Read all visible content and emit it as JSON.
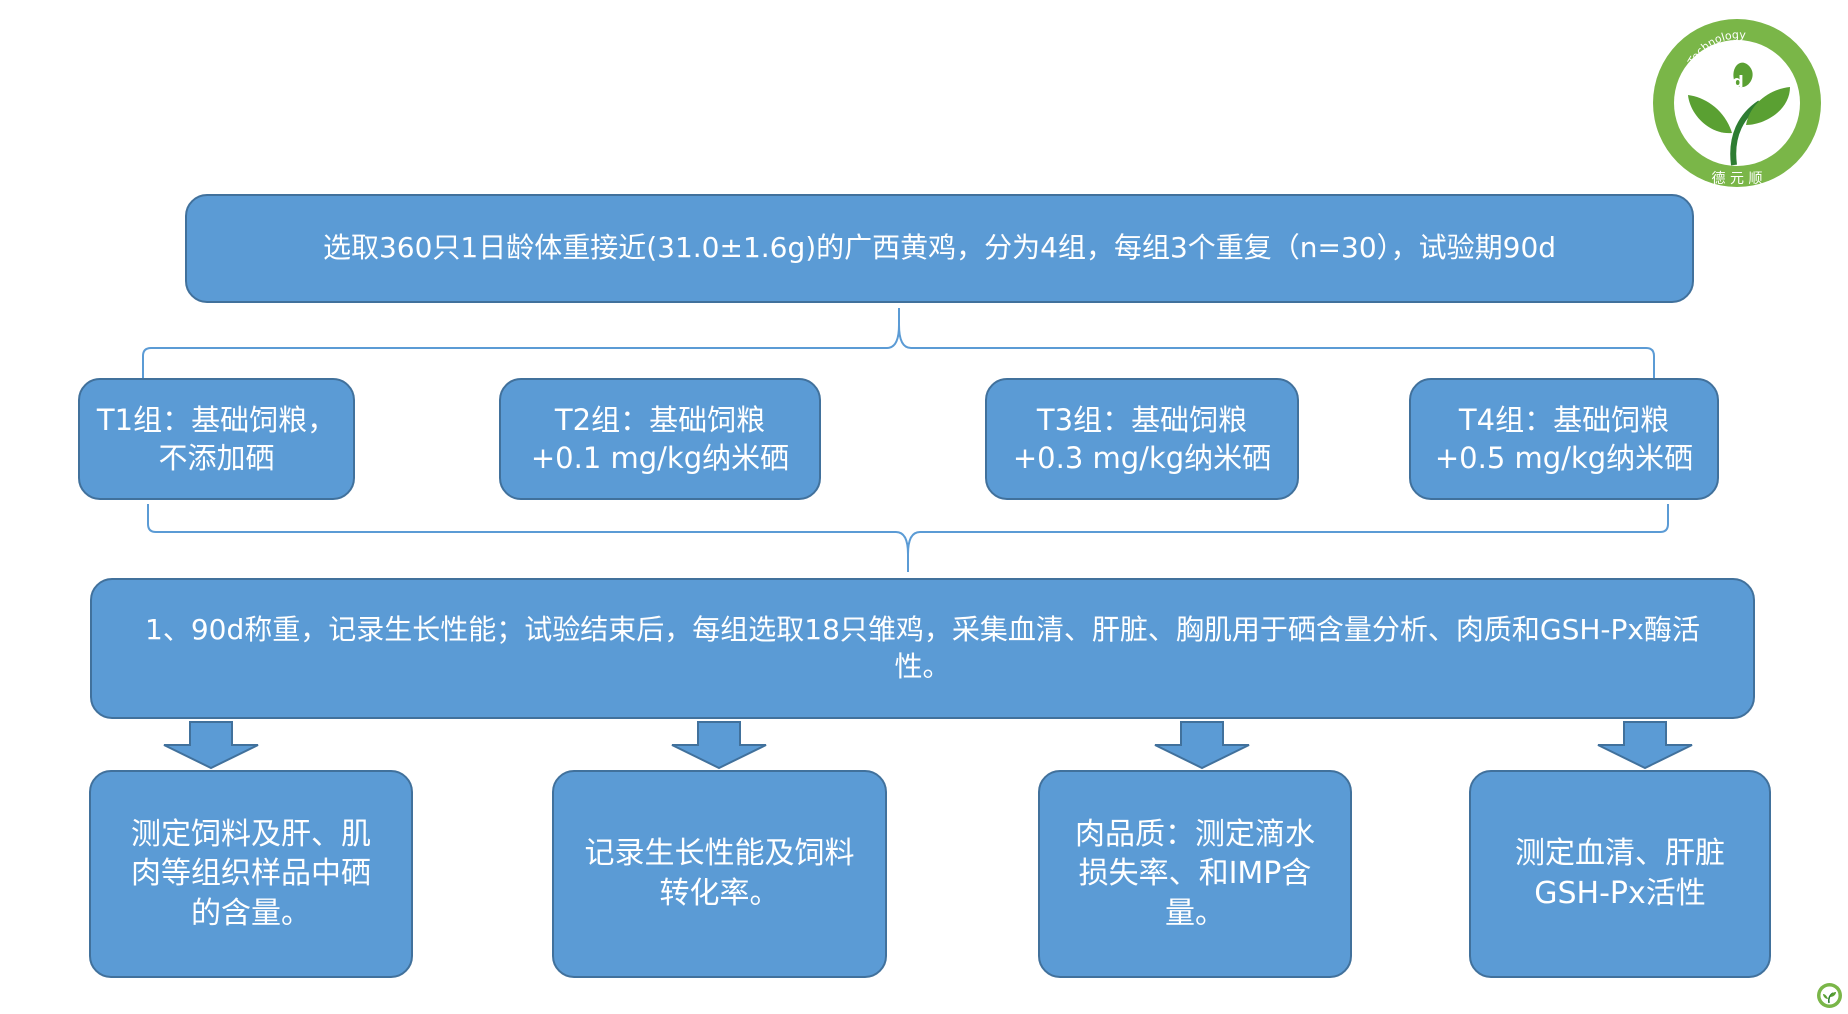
{
  "logo": {
    "arc_text": "Bio-Technology",
    "mark_letter": "d",
    "brand_chars": "德 元 顺",
    "colors": {
      "ring": "#7ab648",
      "leaf": "#5aa032",
      "dark_leaf": "#2e7d32",
      "inner": "#ffffff"
    }
  },
  "top_box": {
    "text": "选取360只1日龄体重接近(31.0±1.6g)的广西黄鸡，分为4组，每组3个重复（n=30），试验期90d"
  },
  "groups": [
    {
      "text": "T1组：基础饲粮，\n不添加硒"
    },
    {
      "text": "T2组：基础饲粮\n+0.1 mg/kg纳米硒"
    },
    {
      "text": "T3组：基础饲粮\n+0.3 mg/kg纳米硒"
    },
    {
      "text": "T4组：基础饲粮\n+0.5 mg/kg纳米硒"
    }
  ],
  "middle_box": {
    "text": "1、90d称重，记录生长性能；试验结束后，每组选取18只雏鸡，采集血清、肝脏、胸肌用于硒含量分析、肉质和GSH-Px酶活性。"
  },
  "outcomes": [
    {
      "text": "测定饲料及肝、肌肉等组织样品中硒的含量。"
    },
    {
      "text": "记录生长性能及饲料转化率。"
    },
    {
      "text": "肉品质：测定滴水损失率、和IMP含量。"
    },
    {
      "text": "测定血清、肝脏\nGSH-Px活性"
    }
  ],
  "colors": {
    "box_fill": "#5b9bd5",
    "box_border": "#41719c",
    "text": "#ffffff",
    "brace": "#5b9bd5"
  }
}
